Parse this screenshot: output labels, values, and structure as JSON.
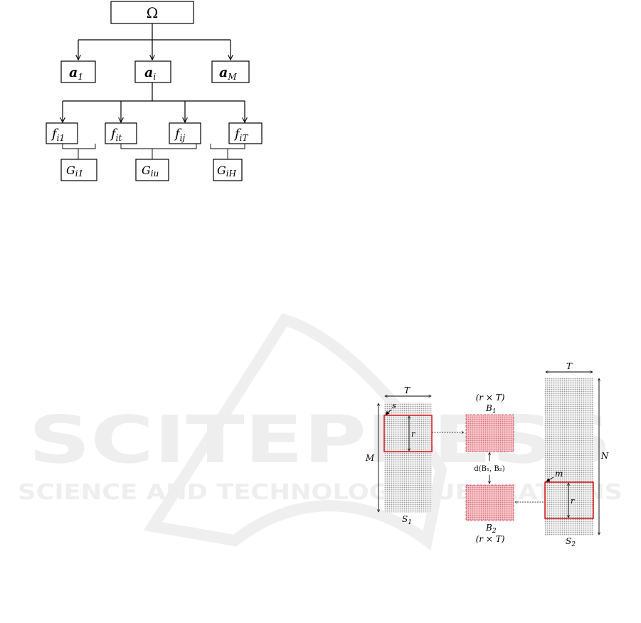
{
  "watermark": {
    "title": "SCITEPRESS",
    "subtitle": "SCIENCE AND TECHNOLOGY PUBLICATIONS"
  },
  "tree": {
    "root": "Ω",
    "level1": [
      {
        "base": "a",
        "sub": "1"
      },
      {
        "base": "a",
        "sub": "i"
      },
      {
        "base": "a",
        "sub": "M"
      }
    ],
    "level2": [
      {
        "base": "f",
        "sub": "i1"
      },
      {
        "base": "f",
        "sub": "it"
      },
      {
        "base": "f",
        "sub": "ij"
      },
      {
        "base": "f",
        "sub": "iT"
      }
    ],
    "level3": [
      {
        "base": "G",
        "sub": "i1"
      },
      {
        "base": "G",
        "sub": "iu"
      },
      {
        "base": "G",
        "sub": "iH"
      }
    ]
  },
  "blocks": {
    "s1": {
      "width_label": "T",
      "height_label": "M",
      "name_base": "S",
      "name_sub": "1",
      "corner_label": "s",
      "window_label": "r"
    },
    "s2": {
      "width_label": "T",
      "height_label": "N",
      "name_base": "S",
      "name_sub": "2",
      "corner_label": "m",
      "window_label": "r"
    },
    "b1": {
      "name_base": "B",
      "name_sub": "1",
      "dim_label": "(r × T)"
    },
    "b2": {
      "name_base": "B",
      "name_sub": "2",
      "dim_label": "(r × T)"
    },
    "distance_label": "d(B₁, B₂)"
  },
  "colors": {
    "window_stroke": "#dd1111",
    "block_fill": "#f2b3b8",
    "matrix_fill": "#bfbfbf"
  }
}
